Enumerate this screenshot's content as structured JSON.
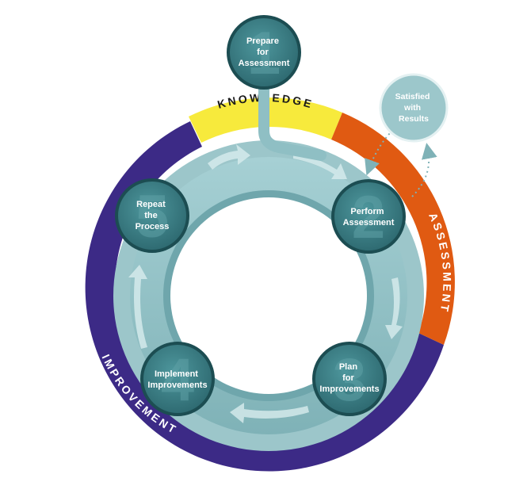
{
  "segments": {
    "knowledge": "KNOWLEDGE",
    "assessment": "ASSESSMENT",
    "improvement": "IMPROVEMENT"
  },
  "steps": [
    {
      "number": "1",
      "lines": [
        "Prepare",
        "for",
        "Assessment"
      ]
    },
    {
      "number": "2",
      "lines": [
        "Perform",
        "Assessment"
      ]
    },
    {
      "number": "3",
      "lines": [
        "Plan",
        "for",
        "Improvements"
      ]
    },
    {
      "number": "4",
      "lines": [
        "Implement",
        "Improvements"
      ]
    },
    {
      "number": "5",
      "lines": [
        "Repeat",
        "the",
        "Process"
      ]
    }
  ],
  "satisfied": {
    "lines": [
      "Satisfied",
      "with",
      "Results"
    ]
  },
  "colors": {
    "knowledge": "#f7ea3c",
    "assessment": "#e05a12",
    "improvement": "#3c2a86",
    "ring": "#8fbfc4",
    "node": "#3b7f86",
    "node_border": "#1c4d52",
    "satisfied": "#9cc7cb"
  }
}
